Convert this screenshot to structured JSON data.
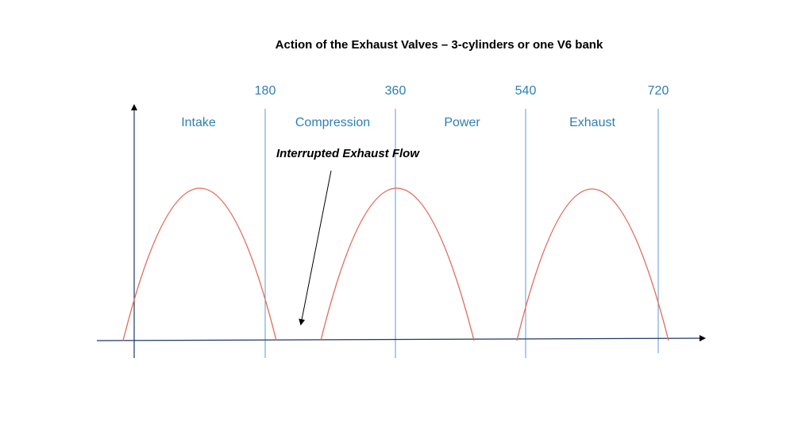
{
  "title": "Action of the Exhaust Valves – 3-cylinders or one V6 bank",
  "ticks": [
    {
      "label": "180",
      "value": 180
    },
    {
      "label": "360",
      "value": 360
    },
    {
      "label": "540",
      "value": 540
    },
    {
      "label": "720",
      "value": 720
    }
  ],
  "phases": [
    {
      "label": "Intake",
      "center": 90
    },
    {
      "label": "Compression",
      "center": 270
    },
    {
      "label": "Power",
      "center": 450
    },
    {
      "label": "Exhaust",
      "center": 630
    }
  ],
  "annotation": "Interrupted Exhaust Flow",
  "colors": {
    "axis": "#1f3864",
    "divider": "#5b9bd5",
    "curve": "#e06c5a",
    "label": "#2e7fb4"
  }
}
